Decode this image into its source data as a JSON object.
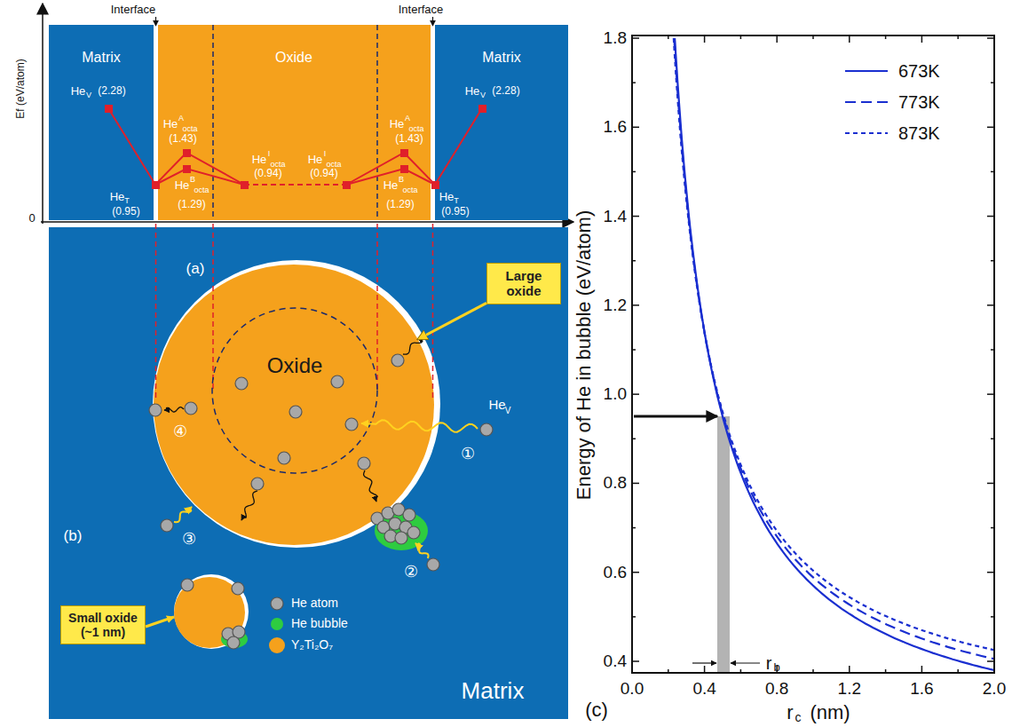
{
  "diagram": {
    "nodes": [
      {
        "text": [
          "Matrix"
        ]
      },
      {
        "text": [
          "Oxide"
        ]
      },
      {
        "text": [
          "Matrix"
        ]
      },
      {
        "text": [
          "Matrix"
        ]
      },
      {
        "text": [
          "Oxide"
        ],
        "in": 3
      },
      {
        "text": [
          "Large oxide"
        ],
        "in": 3
      },
      {
        "text": [
          "Small oxide (~1 nm)"
        ],
        "in": 3
      }
    ],
    "edges": [
      {
        "from": 5,
        "to": 4,
        "arrow": "to"
      }
    ],
    "labels": [
      "Interface",
      "Interface",
      "Ef (eV/atom)",
      "0",
      "He",
      "V",
      "(2.28)",
      "He",
      "V",
      "(2.28)",
      "He",
      "T",
      "(0.95)",
      "He",
      "T",
      "(0.95)",
      "He",
      "A",
      "octa",
      "(1.43)",
      "He",
      "B",
      "octa",
      "(1.29)",
      "He",
      "I",
      "octa",
      "(0.94)",
      "He",
      "I",
      "octa",
      "(0.94)",
      "He",
      "A",
      "octa",
      "(1.43)",
      "He",
      "B",
      "octa",
      "(1.29)",
      "(a)",
      "①",
      "②",
      "③",
      "④",
      "He",
      "V",
      "(b)",
      "(c)",
      "Energy of He in bubble (eV/atom)",
      "r",
      "c",
      "(nm)",
      "r",
      "b",
      "0.4",
      "0.6",
      "0.8",
      "1.0",
      "1.2",
      "1.4",
      "1.6",
      "1.8",
      "0.0",
      "0.4",
      "0.8",
      "1.2",
      "1.6",
      "2.0"
    ],
    "legend": [
      {
        "text": "He atom",
        "color": "#a8a8a8"
      },
      {
        "text": "He bubble",
        "color": "#2ecc40"
      },
      {
        "text": "Y₂Ti₂O₇",
        "color": "#f5a11c"
      },
      {
        "text": "673K"
      },
      {
        "text": "773K"
      },
      {
        "text": "873K"
      }
    ]
  }
}
